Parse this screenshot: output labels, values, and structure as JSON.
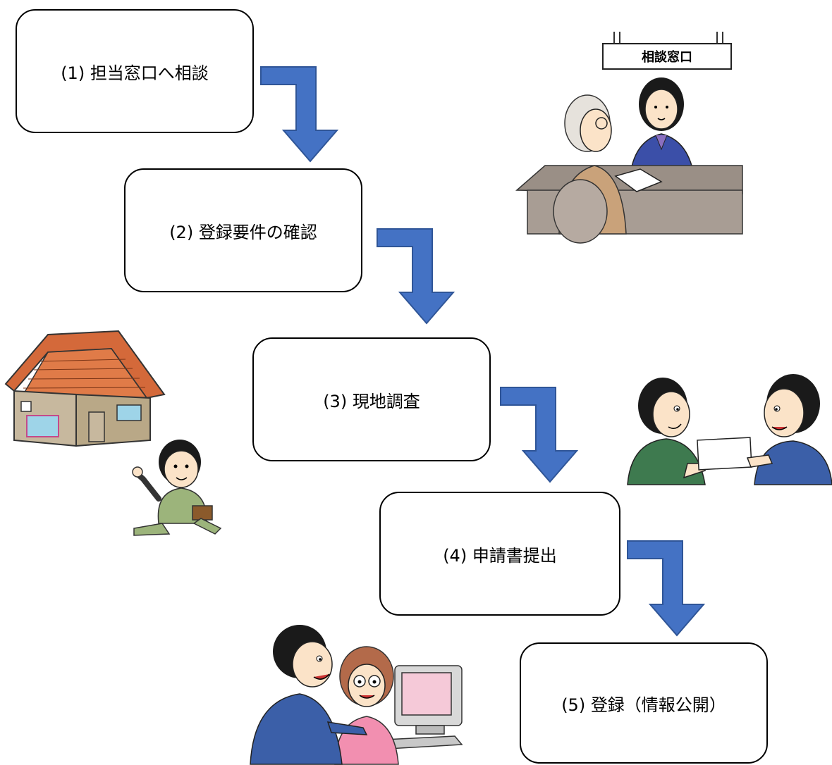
{
  "steps": [
    {
      "label": "(1) 担当窓口へ相談"
    },
    {
      "label": "(2) 登録要件の確認"
    },
    {
      "label": "(3) 現地調査"
    },
    {
      "label": "(4) 申請書提出"
    },
    {
      "label": "(5) 登録（情報公開）"
    }
  ],
  "illustrations": {
    "consultation_sign": "相談窓口"
  },
  "colors": {
    "arrow_fill": "#4472c4",
    "arrow_stroke": "#2f5597",
    "box_border": "#000000"
  },
  "icons": [
    "consultation-counter-icon",
    "house-icon",
    "walking-businessman-icon",
    "document-handover-icon",
    "computer-users-icon",
    "flow-arrow-icon"
  ]
}
